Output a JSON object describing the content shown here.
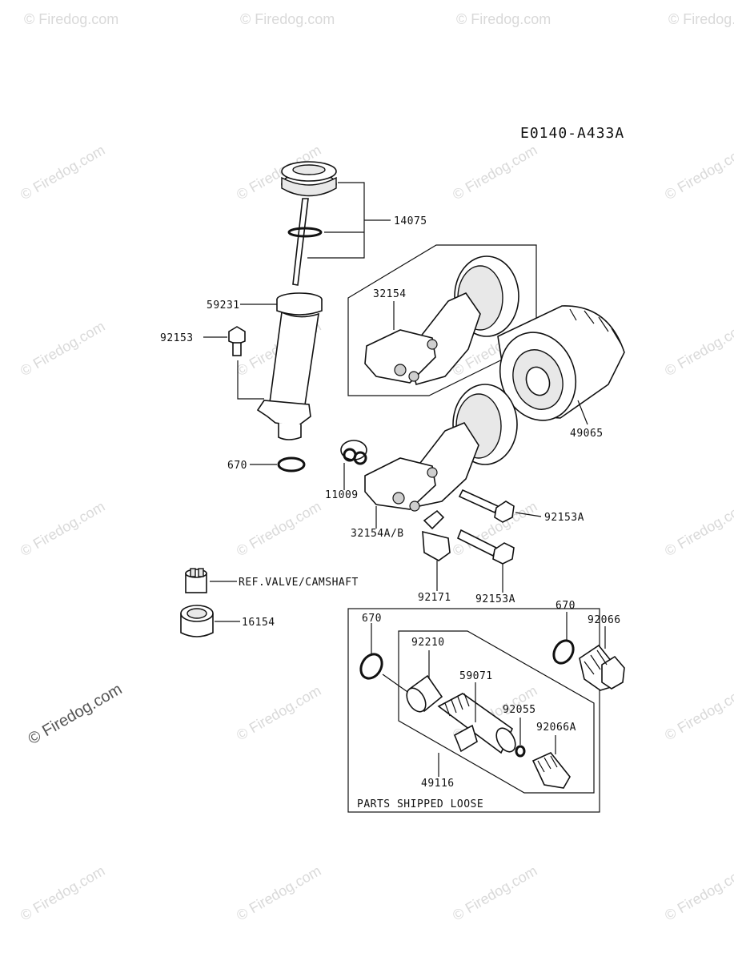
{
  "diagram_code": "E0140-A433A",
  "watermark": "© Firedog.com",
  "parts": {
    "p14075": "14075",
    "p59231": "59231",
    "p92153": "92153",
    "p670_left": "670",
    "p32154": "32154",
    "p49065": "49065",
    "p11009": "11009",
    "p32154ab": "32154A/B",
    "p92153a_1": "92153A",
    "p92153a_2": "92153A",
    "p92171": "92171",
    "ref_valve": "REF.VALVE/CAMSHAFT",
    "p16154": "16154",
    "p670_box": "670",
    "p92210": "92210",
    "p59071": "59071",
    "p92055": "92055",
    "p92066a": "92066A",
    "p49116": "49116",
    "p670_right": "670",
    "p92066": "92066"
  },
  "box_caption": "PARTS SHIPPED LOOSE"
}
